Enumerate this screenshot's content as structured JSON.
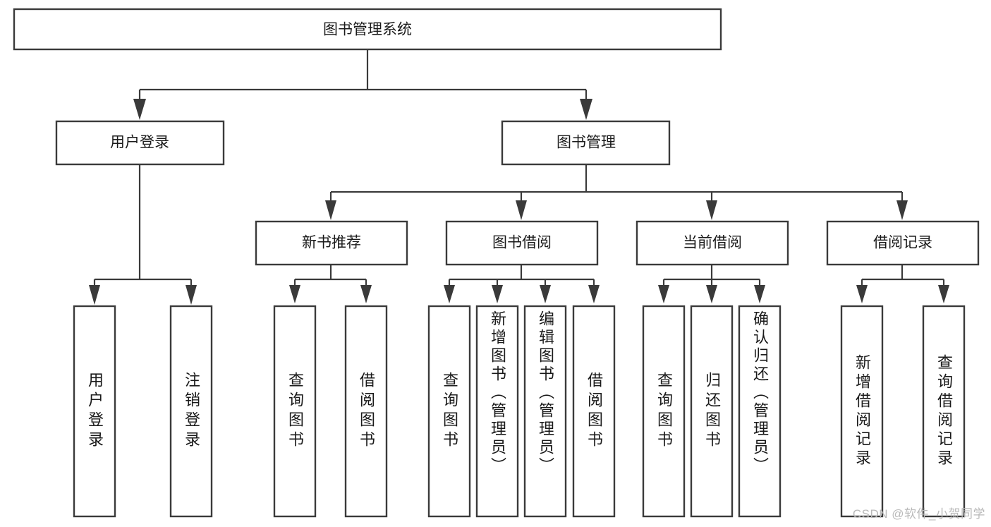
{
  "diagram": {
    "type": "tree-hierarchy-chart",
    "title": "图书管理系统",
    "orientation": "top-down",
    "colors": {
      "box_stroke": "#3a3a3a",
      "box_fill": "#ffffff",
      "connector": "#3a3a3a",
      "label": "#1a1a1a",
      "watermark": "#b9b9b9",
      "background": "#ffffff"
    },
    "root": {
      "id": "root",
      "label": "图书管理系统",
      "level": 0,
      "orientation": "horizontal"
    },
    "level2": [
      {
        "id": "user-login",
        "label": "用户登录",
        "level": 1,
        "orientation": "horizontal"
      },
      {
        "id": "book-manage",
        "label": "图书管理",
        "level": 1,
        "orientation": "horizontal"
      }
    ],
    "level3": [
      {
        "id": "new-book-recommend",
        "label": "新书推荐",
        "level": 2,
        "orientation": "horizontal",
        "parent": "book-manage"
      },
      {
        "id": "book-borrow",
        "label": "图书借阅",
        "level": 2,
        "orientation": "horizontal",
        "parent": "book-manage"
      },
      {
        "id": "current-borrow",
        "label": "当前借阅",
        "level": 2,
        "orientation": "horizontal",
        "parent": "book-manage"
      },
      {
        "id": "borrow-record",
        "label": "借阅记录",
        "level": 2,
        "orientation": "horizontal",
        "parent": "book-manage"
      }
    ],
    "leaves": [
      {
        "id": "leaf-user-login",
        "label": "用户登录",
        "parent": "user-login",
        "orientation": "vertical"
      },
      {
        "id": "leaf-logout-login",
        "label": "注销登录",
        "parent": "user-login",
        "orientation": "vertical"
      },
      {
        "id": "leaf-query-book-1",
        "label": "查询图书",
        "parent": "new-book-recommend",
        "orientation": "vertical"
      },
      {
        "id": "leaf-borrow-book-1",
        "label": "借阅图书",
        "parent": "new-book-recommend",
        "orientation": "vertical"
      },
      {
        "id": "leaf-query-book-2",
        "label": "查询图书",
        "parent": "book-borrow",
        "orientation": "vertical"
      },
      {
        "id": "leaf-add-book",
        "label": "新增图书（管理员）",
        "parent": "book-borrow",
        "orientation": "vertical"
      },
      {
        "id": "leaf-edit-book",
        "label": "编辑图书（管理员）",
        "parent": "book-borrow",
        "orientation": "vertical"
      },
      {
        "id": "leaf-borrow-book-2",
        "label": "借阅图书",
        "parent": "book-borrow",
        "orientation": "vertical"
      },
      {
        "id": "leaf-query-book-3",
        "label": "查询图书",
        "parent": "current-borrow",
        "orientation": "vertical"
      },
      {
        "id": "leaf-return-book",
        "label": "归还图书",
        "parent": "current-borrow",
        "orientation": "vertical"
      },
      {
        "id": "leaf-confirm-return",
        "label": "确认归还（管理员）",
        "parent": "current-borrow",
        "orientation": "vertical"
      },
      {
        "id": "leaf-add-record",
        "label": "新增借阅记录",
        "parent": "borrow-record",
        "orientation": "vertical"
      },
      {
        "id": "leaf-query-record",
        "label": "查询借阅记录",
        "parent": "borrow-record",
        "orientation": "vertical"
      }
    ]
  },
  "watermark": {
    "text": "CSDN @软件_小贺同学"
  }
}
